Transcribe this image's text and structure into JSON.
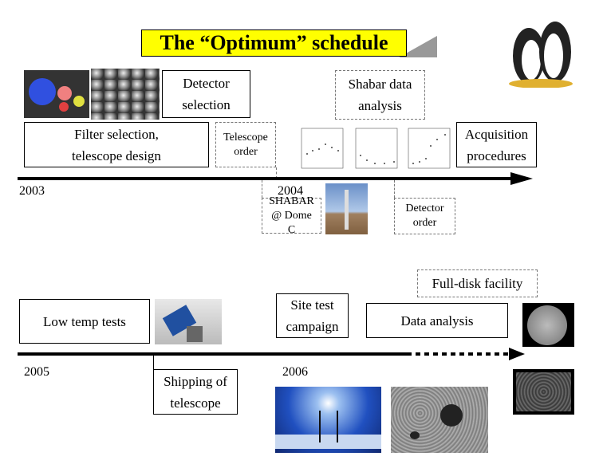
{
  "title": "The “Optimum” schedule",
  "colors": {
    "title_bg": "#ffff00",
    "axis": "#000000"
  },
  "years": [
    "2003",
    "2004",
    "2005",
    "2006"
  ],
  "boxes": {
    "detector_selection": "Detector selection",
    "filter_selection": "Filter selection, telescope design",
    "telescope_order": "Telescope order",
    "shabar_analysis": "Shabar data analysis",
    "acquisition": "Acquisition procedures",
    "shabar_dome": "SHABAR @ Dome C",
    "detector_order": "Detector order",
    "full_disk": "Full-disk facility",
    "low_temp": "Low temp tests",
    "site_test": "Site test campaign",
    "data_analysis": "Data analysis",
    "shipping": "Shipping of telescope"
  }
}
